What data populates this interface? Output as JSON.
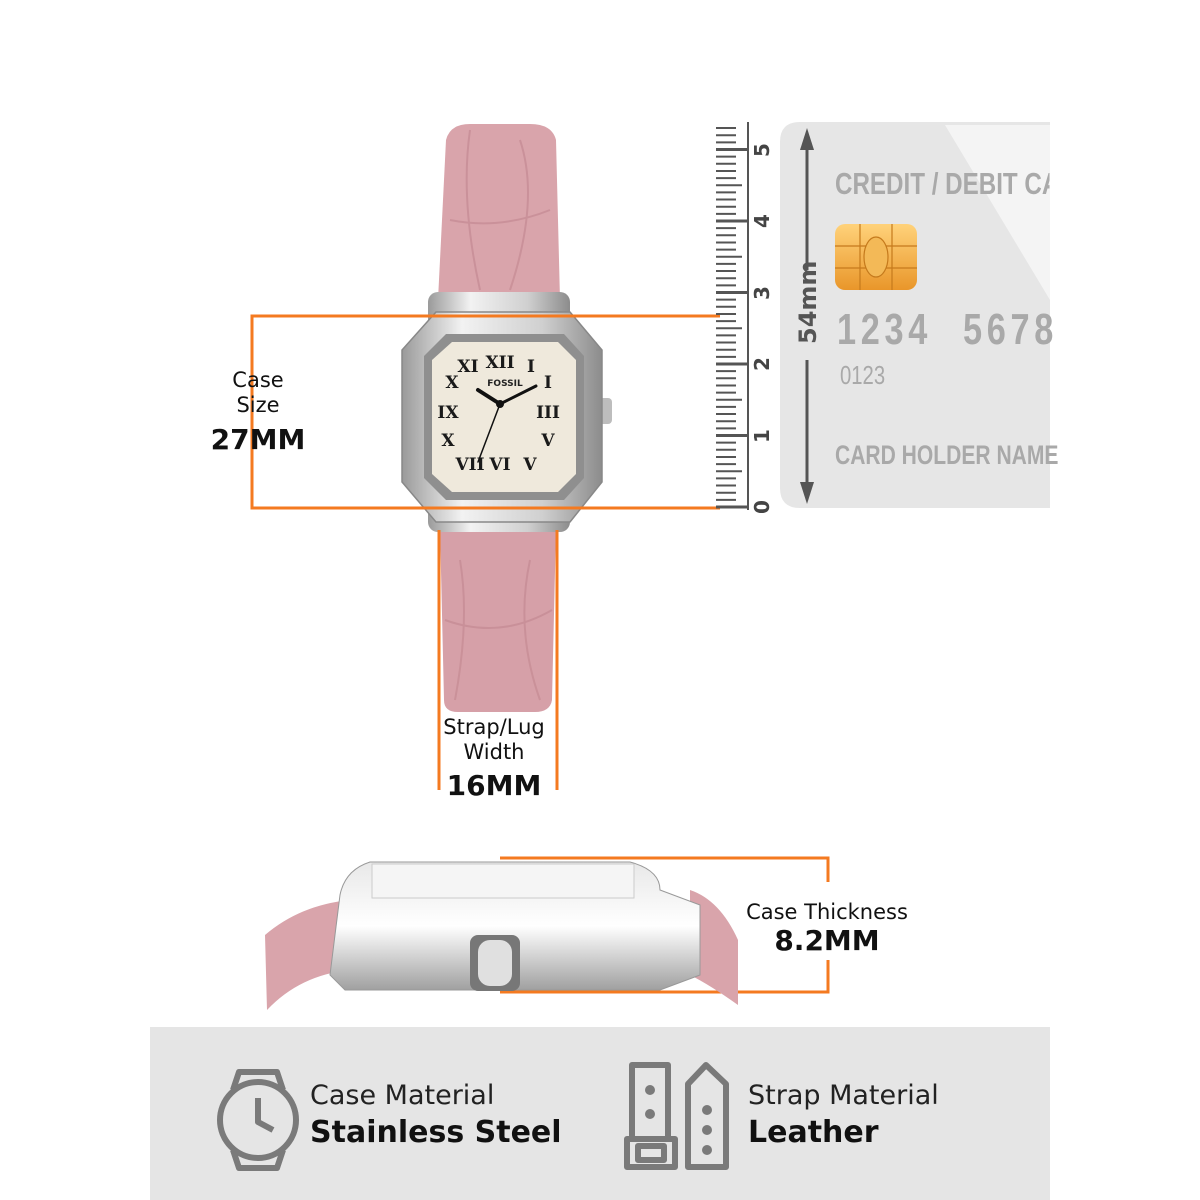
{
  "colors": {
    "accent_orange": "#f47a20",
    "strap_pink": "#d9a4ab",
    "card_gray": "#e6e6e6",
    "icon_gray": "#7a7a7a",
    "band_gray": "#e5e5e5"
  },
  "watch": {
    "brand": "FOSSIL"
  },
  "case_size": {
    "label_line1": "Case",
    "label_line2": "Size",
    "value": "27MM"
  },
  "strap_width": {
    "label_line1": "Strap/Lug",
    "label_line2": "Width",
    "value": "16MM"
  },
  "case_thickness": {
    "label": "Case Thickness",
    "value": "8.2MM"
  },
  "ruler": {
    "unit": "cm",
    "ticks": [
      "0",
      "1",
      "2",
      "3",
      "4",
      "5"
    ]
  },
  "card": {
    "title": "CREDIT / DEBIT CARD",
    "number_1": "1234",
    "number_2": "5678",
    "small_number": "0123",
    "holder": "CARD HOLDER NAME",
    "height_label": "54mm"
  },
  "features": [
    {
      "icon": "watch-icon",
      "label": "Case Material",
      "value": "Stainless Steel"
    },
    {
      "icon": "strap-icon",
      "label": "Strap Material",
      "value": "Leather"
    }
  ]
}
